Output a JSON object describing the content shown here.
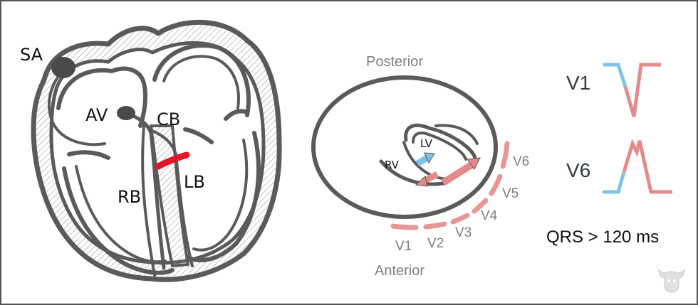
{
  "heart": {
    "sa": "SA",
    "av": "AV",
    "cb": "CB",
    "rb": "RB",
    "lb": "LB"
  },
  "cross_section": {
    "top_label": "Posterior",
    "bottom_label": "Anterior",
    "rv": "RV",
    "lv": "LV",
    "leads": [
      "V1",
      "V2",
      "V3",
      "V4",
      "V5",
      "V6"
    ]
  },
  "ecg": {
    "v1": "V1",
    "v6": "V6",
    "qrs": "QRS > 120 ms"
  },
  "colors": {
    "outline": "#5a5a5a",
    "block": "#e3162a",
    "red_wave": "#e58a8a",
    "blue_wave": "#7ec3e6",
    "lead_marks": "#e69898"
  },
  "logo": "bull-icon"
}
